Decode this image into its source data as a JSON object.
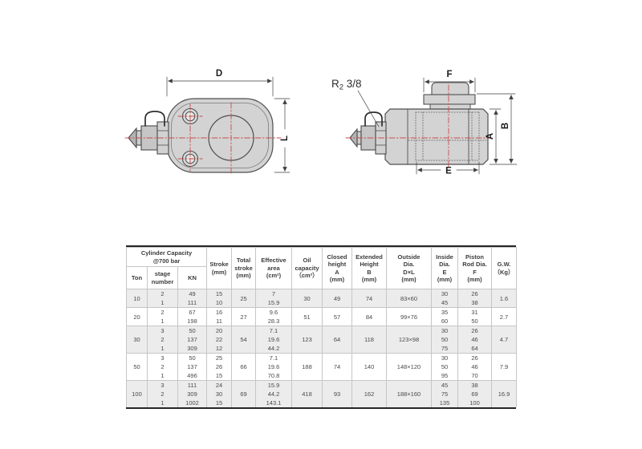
{
  "drawing": {
    "labels": {
      "d": "D",
      "l": "L",
      "f": "F",
      "a": "A",
      "b": "B",
      "e": "E"
    },
    "port_label": {
      "prefix": "R",
      "sub": "2",
      "rest": " 3/8"
    },
    "colors": {
      "body_fill": "#d3d3d3",
      "outline": "#4f4f4f",
      "centerline_red": "#c84b4b"
    }
  },
  "table": {
    "header": {
      "group_title": "Cylinder Capacity\n@700 bar",
      "sub": [
        "Ton",
        "stage\nnumber",
        "KN"
      ],
      "cols": [
        "Stroke\n(mm)",
        "Total\nstroke\n(mm)",
        "Effective\narea\n(cm²)",
        "Oil\ncapacity\n（cm³）",
        "Closed\nheight\nA\n(mm)",
        "Extended\nHeight\nB\n(mm)",
        "Outside\nDia.\nD×L\n(mm)",
        "Inside\nDia.\nE\n(mm)",
        "Piston\nRod Dia.\nF\n(mm)",
        "G.W.\n（Kg）"
      ]
    },
    "groups": [
      {
        "ton": "10",
        "shaded": true,
        "rows": [
          [
            "2",
            "49",
            "15",
            "7",
            "30",
            "26"
          ],
          [
            "1",
            "111",
            "10",
            "15.9",
            "45",
            "38"
          ]
        ],
        "merged": [
          "25",
          "30",
          "49",
          "74",
          "83×60",
          "1.6"
        ]
      },
      {
        "ton": "20",
        "shaded": false,
        "rows": [
          [
            "2",
            "67",
            "16",
            "9.6",
            "35",
            "31"
          ],
          [
            "1",
            "198",
            "11",
            "28.3",
            "60",
            "50"
          ]
        ],
        "merged": [
          "27",
          "51",
          "57",
          "84",
          "99×76",
          "2.7"
        ]
      },
      {
        "ton": "30",
        "shaded": true,
        "rows": [
          [
            "3",
            "50",
            "20",
            "7.1",
            "30",
            "26"
          ],
          [
            "2",
            "137",
            "22",
            "19.6",
            "50",
            "46"
          ],
          [
            "1",
            "309",
            "12",
            "44.2",
            "75",
            "64"
          ]
        ],
        "merged": [
          "54",
          "123",
          "64",
          "118",
          "123×98",
          "4.7"
        ]
      },
      {
        "ton": "50",
        "shaded": false,
        "rows": [
          [
            "3",
            "50",
            "25",
            "7.1",
            "30",
            "26"
          ],
          [
            "2",
            "137",
            "26",
            "19.6",
            "50",
            "46"
          ],
          [
            "1",
            "496",
            "15",
            "70.8",
            "95",
            "70"
          ]
        ],
        "merged": [
          "66",
          "188",
          "74",
          "140",
          "148×120",
          "7.9"
        ]
      },
      {
        "ton": "100",
        "shaded": true,
        "rows": [
          [
            "3",
            "111",
            "24",
            "15.9",
            "45",
            "38"
          ],
          [
            "2",
            "309",
            "30",
            "44.2",
            "75",
            "69"
          ],
          [
            "1",
            "1002",
            "15",
            "143.1",
            "135",
            "100"
          ]
        ],
        "merged": [
          "69",
          "418",
          "93",
          "162",
          "188×160",
          "16.9"
        ]
      }
    ]
  }
}
